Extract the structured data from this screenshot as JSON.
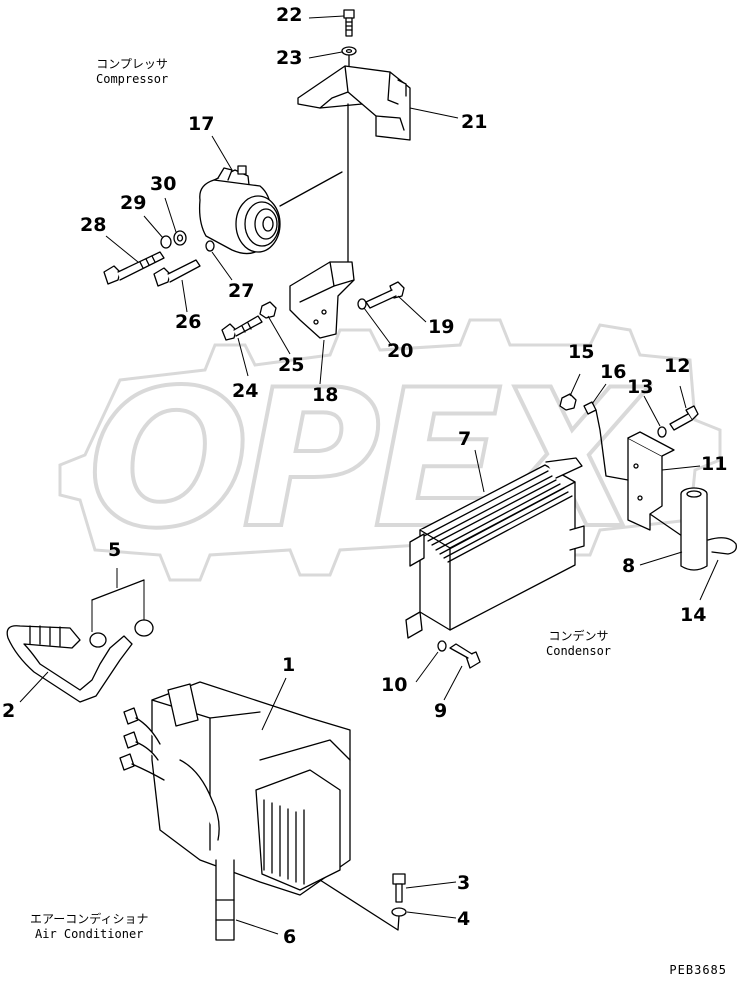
{
  "labels": {
    "compressor": {
      "jp": "コンプレッサ",
      "en": "Compressor"
    },
    "condensor": {
      "jp": "コンデンサ",
      "en": "Condensor"
    },
    "air_conditioner": {
      "jp": "エアーコンディショナ",
      "en": "Air Conditioner"
    }
  },
  "watermark": "OPEX",
  "drawing_code": "PEB3685",
  "callouts": {
    "n1": "1",
    "n2": "2",
    "n3": "3",
    "n4": "4",
    "n5": "5",
    "n6": "6",
    "n7": "7",
    "n8": "8",
    "n9": "9",
    "n10": "10",
    "n11": "11",
    "n12": "12",
    "n13": "13",
    "n14": "14",
    "n15": "15",
    "n16": "16",
    "n17": "17",
    "n18": "18",
    "n19": "19",
    "n20": "20",
    "n21": "21",
    "n22": "22",
    "n23": "23",
    "n24": "24",
    "n25": "25",
    "n26": "26",
    "n27": "27",
    "n28": "28",
    "n29": "29",
    "n30": "30"
  },
  "colors": {
    "line": "#000000",
    "watermark": "#d9d9d9"
  }
}
